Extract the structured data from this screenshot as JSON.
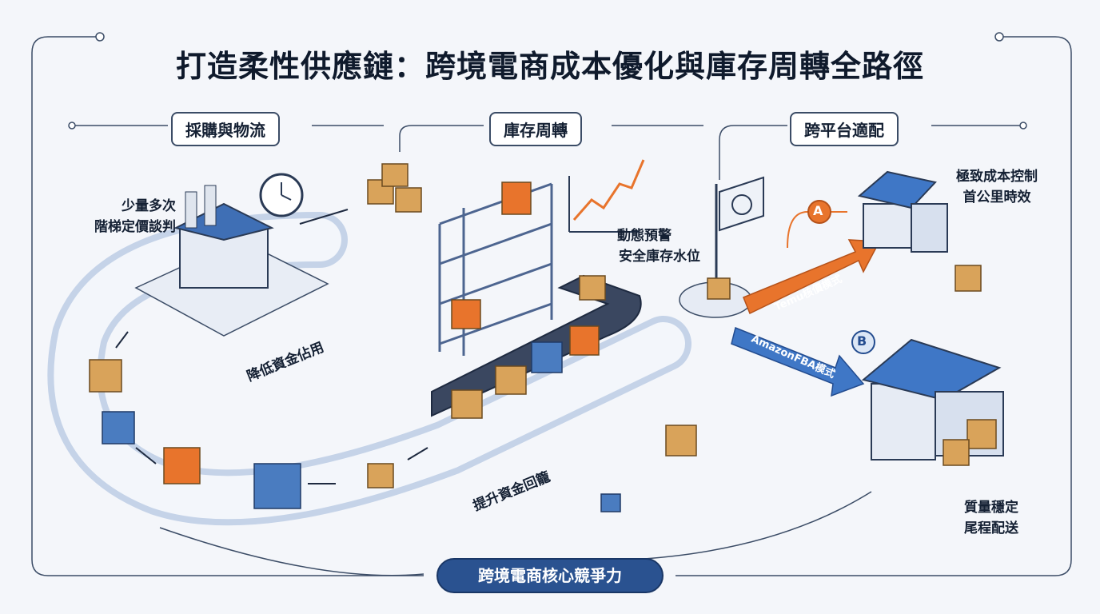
{
  "title": "打造柔性供應鏈：跨境電商成本優化與庫存周轉全路徑",
  "sections": {
    "procurement": "採購與物流",
    "inventory": "庫存周轉",
    "platform": "跨平台適配"
  },
  "labels": {
    "small_batch": [
      "少量多次",
      "階梯定價談判"
    ],
    "reduce_capital": "降低資金佔用",
    "dynamic_alert": [
      "動態預警",
      "安全庫存水位"
    ],
    "improve_cash": "提升資金回籠",
    "cost_control": [
      "極致成本控制",
      "首公里時效"
    ],
    "quality": [
      "質量穩定",
      "尾程配送"
    ]
  },
  "routes": {
    "a_marker": "A",
    "b_marker": "B",
    "temu": "Temu核價模式",
    "amazon": "AmazonFBA模式"
  },
  "core": "跨境電商核心競爭力",
  "colors": {
    "accent_blue": "#2a5290",
    "accent_orange": "#e8742c",
    "box": "#d9a35a"
  }
}
